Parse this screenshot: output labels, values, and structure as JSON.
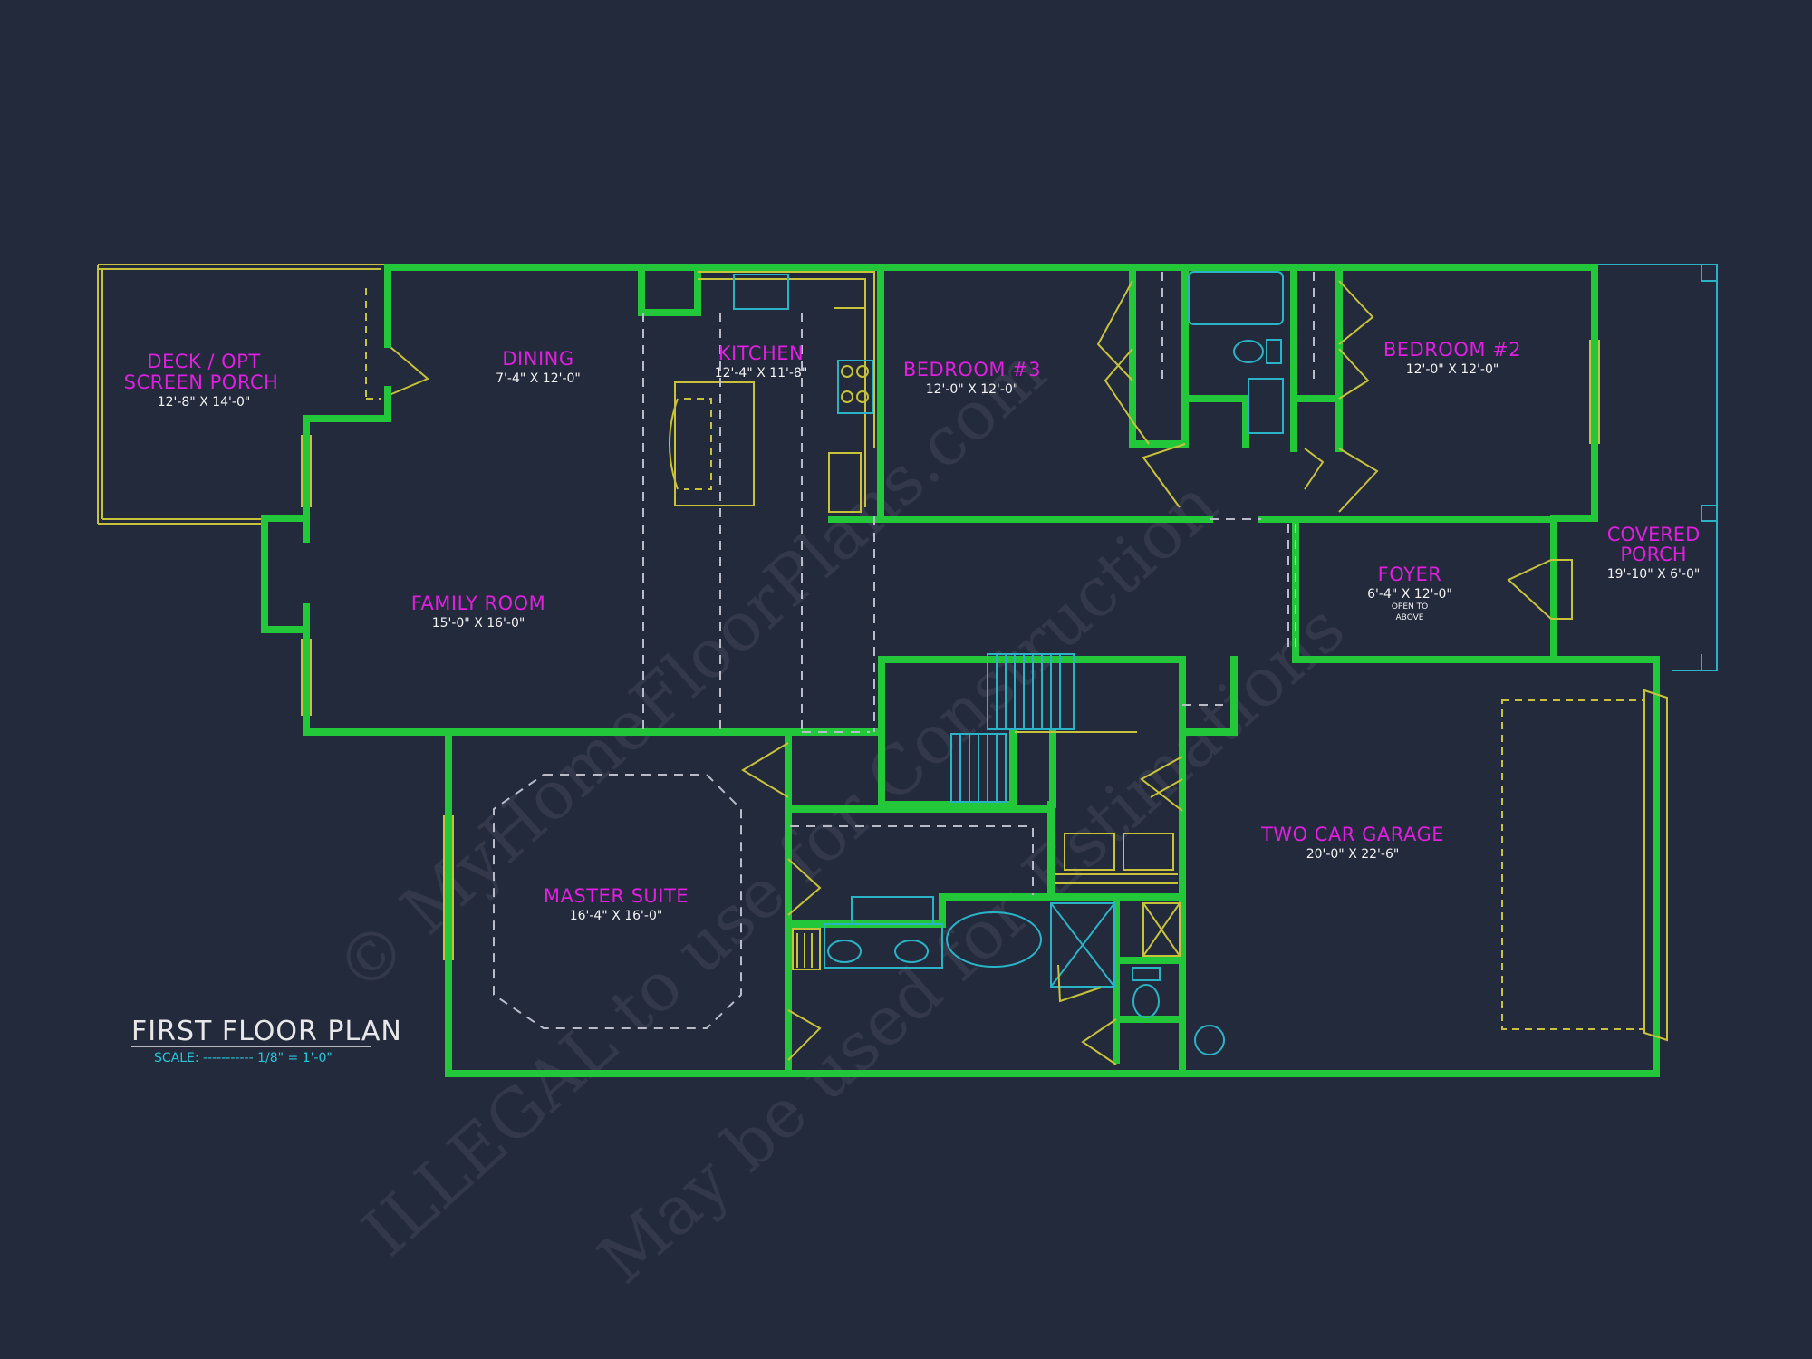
{
  "plan": {
    "title": "FIRST FLOOR PLAN",
    "scale": "SCALE: ----------- 1/8\" = 1'-0\""
  },
  "rooms": {
    "deck": {
      "name_line1": "DECK / OPT",
      "name_line2": "SCREEN PORCH",
      "dims": "12'-8\" X 14'-0\""
    },
    "dining": {
      "name": "DINING",
      "dims": "7'-4\" X 12'-0\""
    },
    "kitchen": {
      "name": "KITCHEN",
      "dims": "12'-4\" X 11'-8\""
    },
    "bedroom3": {
      "name": "BEDROOM #3",
      "dims": "12'-0\" X 12'-0\""
    },
    "bedroom2": {
      "name": "BEDROOM #2",
      "dims": "12'-0\" X 12'-0\""
    },
    "porch": {
      "name_line1": "COVERED",
      "name_line2": "PORCH",
      "dims": "19'-10\" X 6'-0\""
    },
    "foyer": {
      "name": "FOYER",
      "dims": "6'-4\" X 12'-0\"",
      "note_line1": "OPEN TO",
      "note_line2": "ABOVE"
    },
    "family": {
      "name": "FAMILY ROOM",
      "dims": "15'-0\" X 16'-0\""
    },
    "master": {
      "name": "MASTER SUITE",
      "dims": "16'-4\" X 16'-0\""
    },
    "garage": {
      "name": "TWO CAR GARAGE",
      "dims": "20'-0\" X 22'-6\""
    }
  },
  "watermark": {
    "line1": "© MyHomeFloorPlans.com",
    "line2": "ILLEGAL to use for Construction",
    "line3": "May be used for Estimations"
  },
  "colors": {
    "background": "#232a3c",
    "wall": "#22c83a",
    "room_label": "#e01fe0",
    "dimension_text": "#f2f2f2",
    "fixture_line": "#c8c23a",
    "accent_line": "#2ab3c7"
  }
}
